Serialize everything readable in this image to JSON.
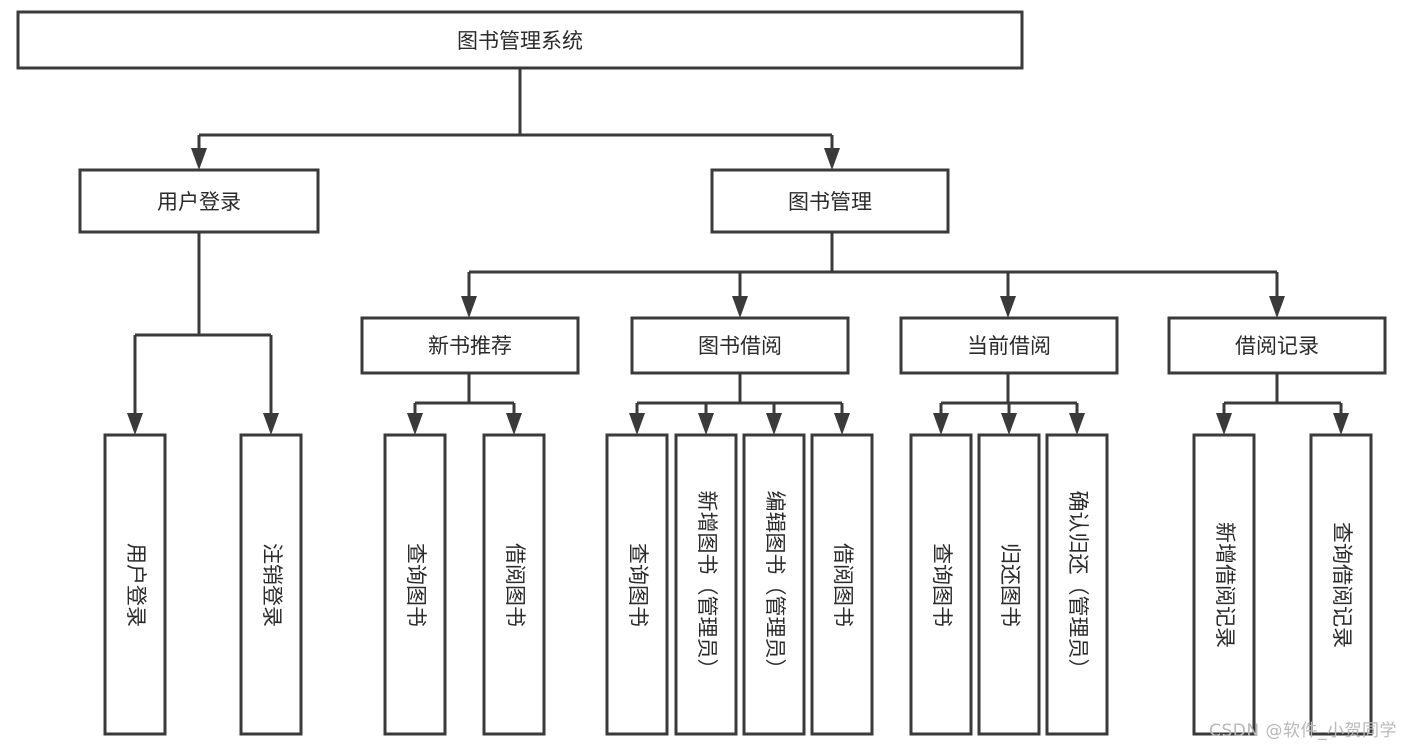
{
  "diagram": {
    "title": "图书管理系统",
    "type": "hierarchy-tree",
    "watermark": "CSDN @软件_小贺同学",
    "colors": {
      "stroke": "#3a3a3a",
      "fill": "#ffffff",
      "text": "#2b2b2b",
      "watermark": "#b9b9b9"
    },
    "root": {
      "id": "root",
      "label": "图书管理系统"
    },
    "level2": [
      {
        "id": "user-login",
        "label": "用户登录"
      },
      {
        "id": "book-manage",
        "label": "图书管理"
      }
    ],
    "level3": [
      {
        "id": "new-book-rec",
        "label": "新书推荐"
      },
      {
        "id": "book-borrow",
        "label": "图书借阅"
      },
      {
        "id": "current-borrow",
        "label": "当前借阅"
      },
      {
        "id": "borrow-record",
        "label": "借阅记录"
      }
    ],
    "leaves": {
      "user-login": [
        {
          "id": "leaf-user-login",
          "label": "用户登录"
        },
        {
          "id": "leaf-user-logout",
          "label": "注销登录"
        }
      ],
      "new-book-rec": [
        {
          "id": "leaf-query-book-1",
          "label": "查询图书"
        },
        {
          "id": "leaf-borrow-book-1",
          "label": "借阅图书"
        }
      ],
      "book-borrow": [
        {
          "id": "leaf-query-book-2",
          "label": "查询图书"
        },
        {
          "id": "leaf-add-book",
          "label": "新增图书（管理员）"
        },
        {
          "id": "leaf-edit-book",
          "label": "编辑图书（管理员）"
        },
        {
          "id": "leaf-borrow-book-2",
          "label": "借阅图书"
        }
      ],
      "current-borrow": [
        {
          "id": "leaf-query-book-3",
          "label": "查询图书"
        },
        {
          "id": "leaf-return-book",
          "label": "归还图书"
        },
        {
          "id": "leaf-confirm-return",
          "label": "确认归还（管理员）"
        }
      ],
      "borrow-record": [
        {
          "id": "leaf-add-record",
          "label": "新增借阅记录"
        },
        {
          "id": "leaf-query-record",
          "label": "查询借阅记录"
        }
      ]
    }
  }
}
